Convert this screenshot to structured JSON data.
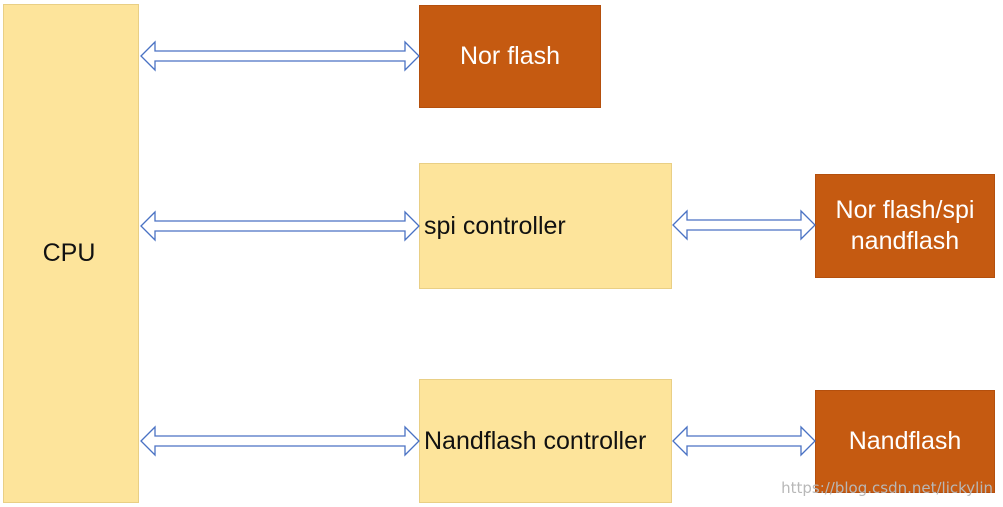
{
  "diagram": {
    "nodes": {
      "cpu": {
        "label": "CPU",
        "fill": "#fde49b"
      },
      "nor_flash": {
        "label": "Nor flash",
        "fill": "#c55a11"
      },
      "spi_controller": {
        "label": "spi controller",
        "fill": "#fde49b"
      },
      "nor_spi_nand": {
        "label": "Nor flash/spi nandflash",
        "fill": "#c55a11"
      },
      "nand_controller": {
        "label": "Nandflash controller",
        "fill": "#fde49b"
      },
      "nandflash": {
        "label": "Nandflash",
        "fill": "#c55a11"
      }
    },
    "edges": [
      {
        "from": "cpu",
        "to": "nor_flash",
        "direction": "bidirectional"
      },
      {
        "from": "cpu",
        "to": "spi_controller",
        "direction": "bidirectional"
      },
      {
        "from": "spi_controller",
        "to": "nor_spi_nand",
        "direction": "bidirectional"
      },
      {
        "from": "cpu",
        "to": "nand_controller",
        "direction": "bidirectional"
      },
      {
        "from": "nand_controller",
        "to": "nandflash",
        "direction": "bidirectional"
      }
    ],
    "arrow_stroke": "#4a72c4"
  },
  "watermark": "https://blog.csdn.net/lickylin"
}
